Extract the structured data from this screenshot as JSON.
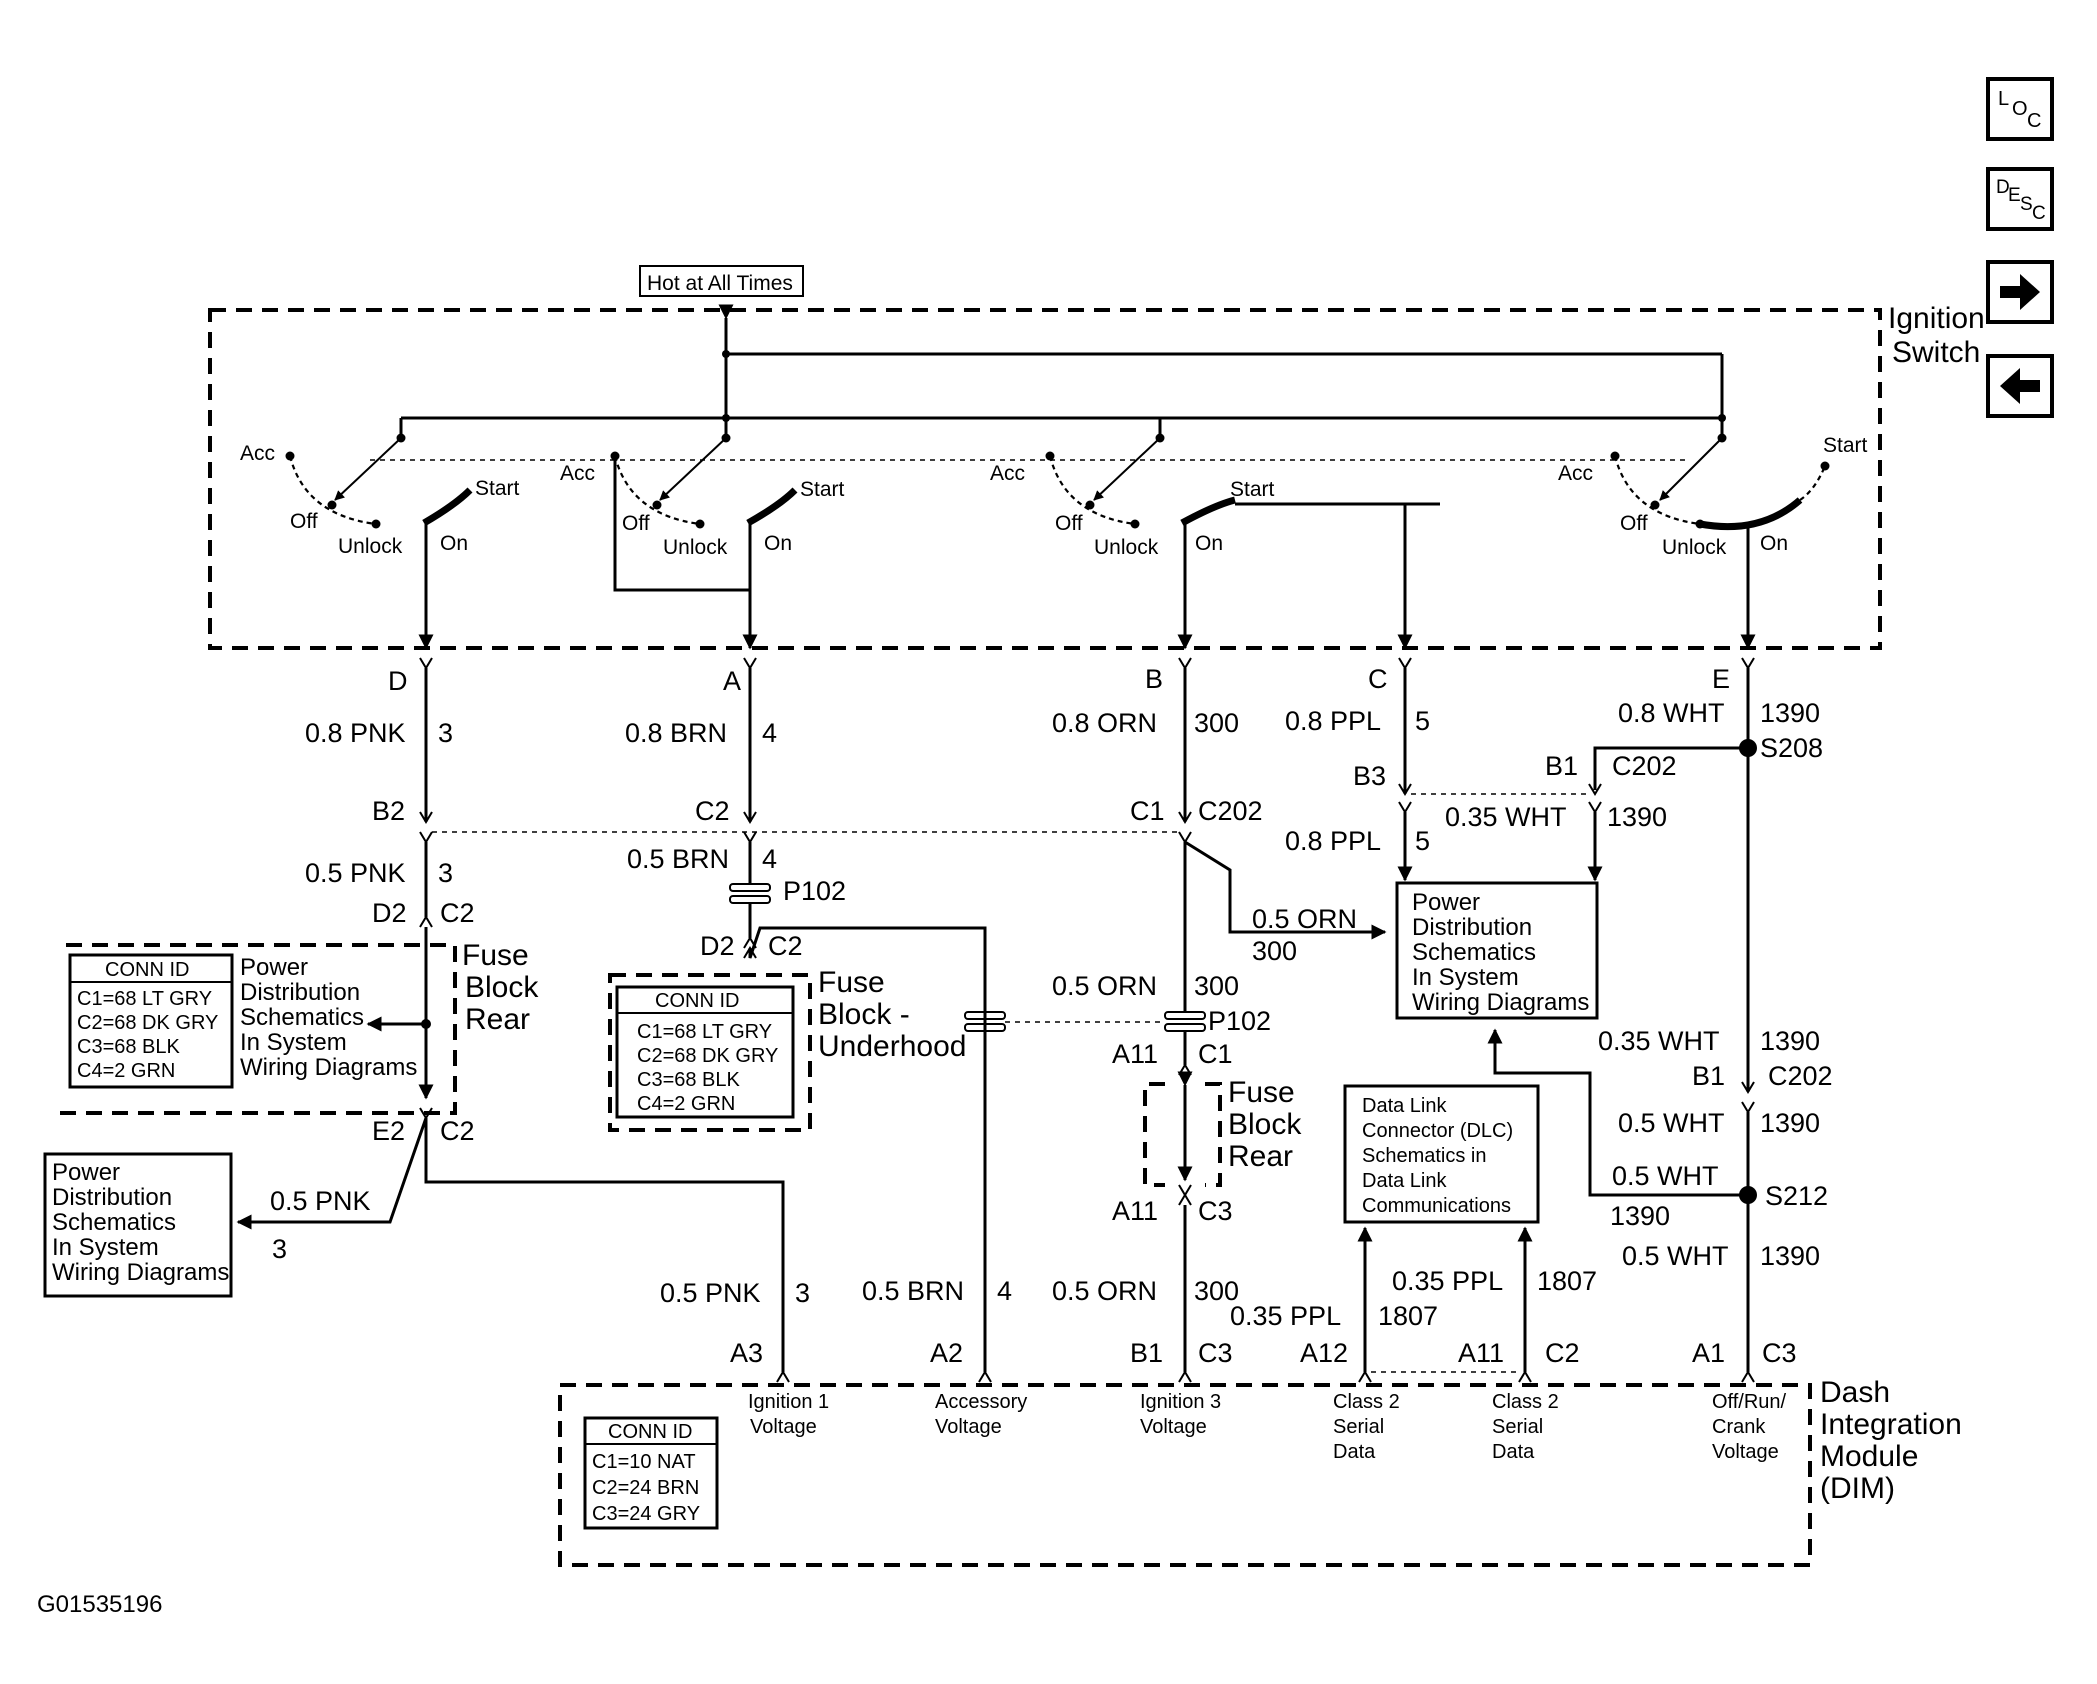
{
  "nav": {
    "loc_main": "L",
    "loc_o": "O",
    "loc_c": "C",
    "desc_d": "D",
    "desc_e": "E",
    "desc_s": "S",
    "desc_c": "C"
  },
  "ignition_switch": {
    "label1": "Ignition",
    "label2": "Switch",
    "hot_label": "Hot at All Times",
    "pos_acc": "Acc",
    "pos_off": "Off",
    "pos_unlock": "Unlock",
    "pos_on": "On",
    "pos_start": "Start"
  },
  "circuits": {
    "D": {
      "pin": "D",
      "wire": "0.8 PNK",
      "num": "3",
      "pin2": "B2",
      "wire2": "0.5 PNK",
      "num2": "3"
    },
    "A": {
      "pin": "A",
      "wire": "0.8 BRN",
      "num": "4",
      "pin2": "C2",
      "wire2": "0.5 BRN",
      "num2": "4"
    },
    "B": {
      "pin": "B",
      "wire": "0.8 ORN",
      "num": "300",
      "pin2": "C1",
      "conn": "C202"
    },
    "C": {
      "pin": "C",
      "wire": "0.8 PPL",
      "num": "5",
      "pin2": "B3",
      "wire2": "0.8 PPL",
      "num2": "5"
    },
    "E": {
      "pin": "E",
      "wire": "0.8 WHT",
      "num": "1390",
      "splice": "S208",
      "pin2": "B1",
      "conn": "C202",
      "wire2": "0.35 WHT",
      "num2": "1390"
    }
  },
  "fuse_rear_left": {
    "d2": "D2",
    "c2": "C2",
    "e2": "E2",
    "c2b": "C2",
    "title1": "Fuse",
    "title2": "Block",
    "title3": "Rear",
    "pd1": "Power",
    "pd2": "Distribution",
    "pd3": "Schematics",
    "pd4": "In System",
    "pd5": "Wiring Diagrams",
    "conn_title": "CONN ID",
    "conn": [
      "C1=68 LT GRY",
      "C2=68 DK GRY",
      "C3=68 BLK",
      "C4=2 GRN"
    ]
  },
  "pd_left_box": {
    "l1": "Power",
    "l2": "Distribution",
    "l3": "Schematics",
    "l4": "In System",
    "l5": "Wiring Diagrams",
    "wire": "0.5 PNK",
    "num": "3"
  },
  "fuse_underhood": {
    "p102": "P102",
    "d2": "D2",
    "c2": "C2",
    "title1": "Fuse",
    "title2": "Block -",
    "title3": "Underhood",
    "conn_title": "CONN ID",
    "conn": [
      "C1=68 LT GRY",
      "C2=68 DK GRY",
      "C3=68 BLK",
      "C4=2 GRN"
    ]
  },
  "orn_branch": {
    "wire": "0.5 ORN",
    "num": "300",
    "wire2": "0.5 ORN",
    "num2": "300",
    "p102": "P102"
  },
  "fuse_rear_mid": {
    "a11": "A11",
    "c1": "C1",
    "a11b": "A11",
    "c3": "C3",
    "title1": "Fuse",
    "title2": "Block",
    "title3": "Rear"
  },
  "pd_center_box": {
    "l1": "Power",
    "l2": "Distribution",
    "l3": "Schematics",
    "l4": "In System",
    "l5": "Wiring Diagrams"
  },
  "dlc_box": {
    "l1": "Data Link",
    "l2": "Connector (DLC)",
    "l3": "Schematics in",
    "l4": "Data Link",
    "l5": "Communications"
  },
  "right_feed": {
    "wire": "0.35 WHT",
    "num": "1390",
    "b1": "B1",
    "c202": "C202",
    "wire2": "0.5 WHT",
    "num2": "1390",
    "wire3": "0.5 WHT",
    "splice": "S212",
    "num3": "1390",
    "wire4": "0.5 WHT",
    "num4": "1390"
  },
  "lower_wires": {
    "pnk": "0.5 PNK",
    "pnk_num": "3",
    "brn": "0.5 BRN",
    "brn_num": "4",
    "orn": "0.5 ORN",
    "orn_num": "300",
    "ppl1": "0.35 PPL",
    "ppl1_num": "1807",
    "ppl2": "0.35 PPL",
    "ppl2_num": "1807"
  },
  "dim": {
    "title1": "Dash",
    "title2": "Integration",
    "title3": "Module",
    "title4": "(DIM)",
    "pins": [
      {
        "pin": "A3",
        "conn": "",
        "l1": "Ignition 1",
        "l2": "Voltage",
        "l3": ""
      },
      {
        "pin": "A2",
        "conn": "",
        "l1": "Accessory",
        "l2": "Voltage",
        "l3": ""
      },
      {
        "pin": "B1",
        "conn": "C3",
        "l1": "Ignition 3",
        "l2": "Voltage",
        "l3": ""
      },
      {
        "pin": "A12",
        "conn": "",
        "l1": "Class 2",
        "l2": "Serial",
        "l3": "Data"
      },
      {
        "pin": "A11",
        "conn": "C2",
        "l1": "Class 2",
        "l2": "Serial",
        "l3": "Data"
      },
      {
        "pin": "A1",
        "conn": "C3",
        "l1": "Off/Run/",
        "l2": "Crank",
        "l3": "Voltage"
      }
    ],
    "conn_title": "CONN ID",
    "conn": [
      "C1=10 NAT",
      "C2=24 BRN",
      "C3=24 GRY"
    ]
  },
  "figure_id": "G01535196"
}
